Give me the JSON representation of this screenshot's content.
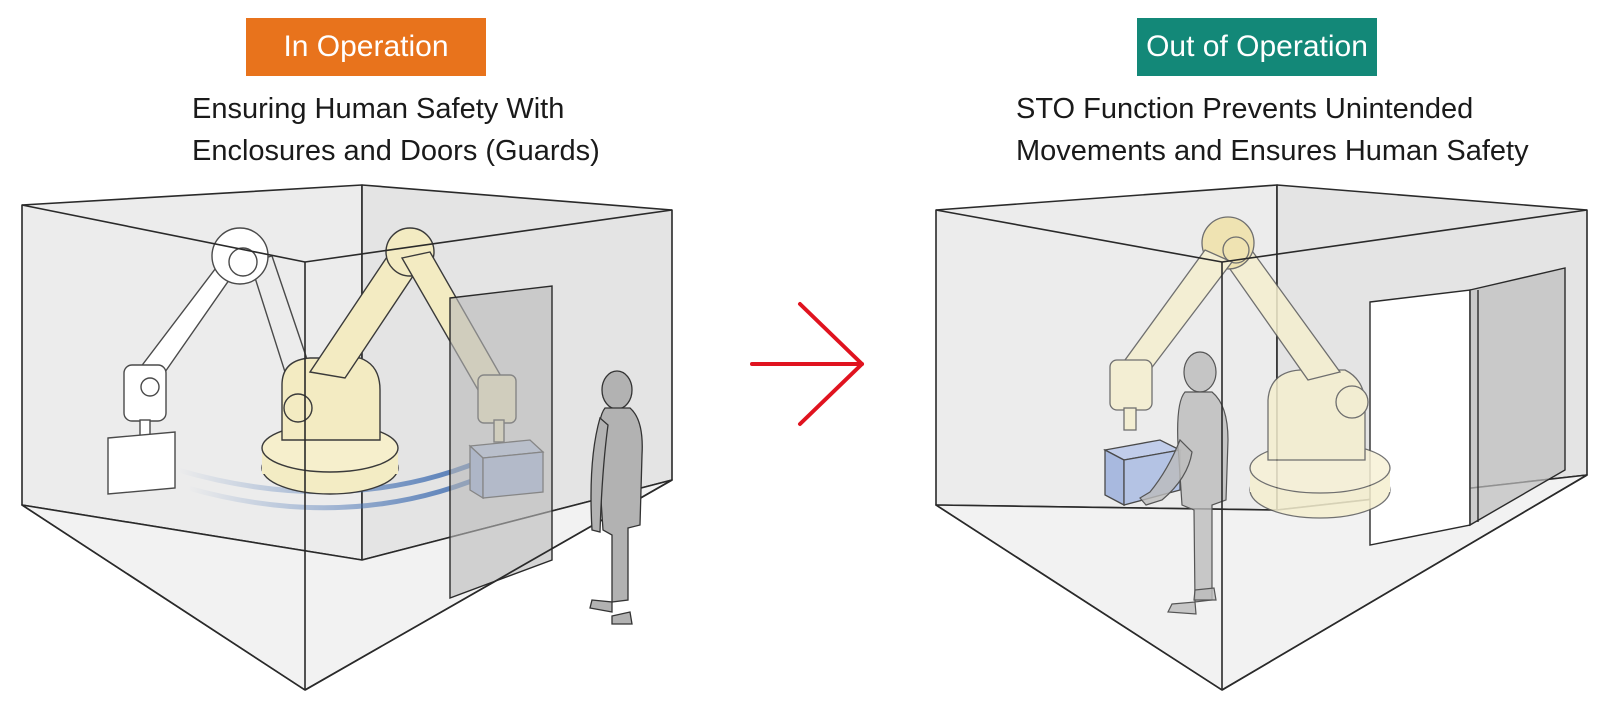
{
  "left_panel": {
    "badge": "In Operation",
    "badge_color": "#e8731c",
    "caption_line1": "Ensuring Human Safety With",
    "caption_line2": "Enclosures and Doors (Guards)"
  },
  "right_panel": {
    "badge": "Out of Operation",
    "badge_color": "#138878",
    "caption_line1": "STO Function Prevents Unintended",
    "caption_line2": "Movements and Ensures Human Safety"
  },
  "transition_arrow": {
    "icon": "arrow-right-icon",
    "color": "#e0131f"
  }
}
